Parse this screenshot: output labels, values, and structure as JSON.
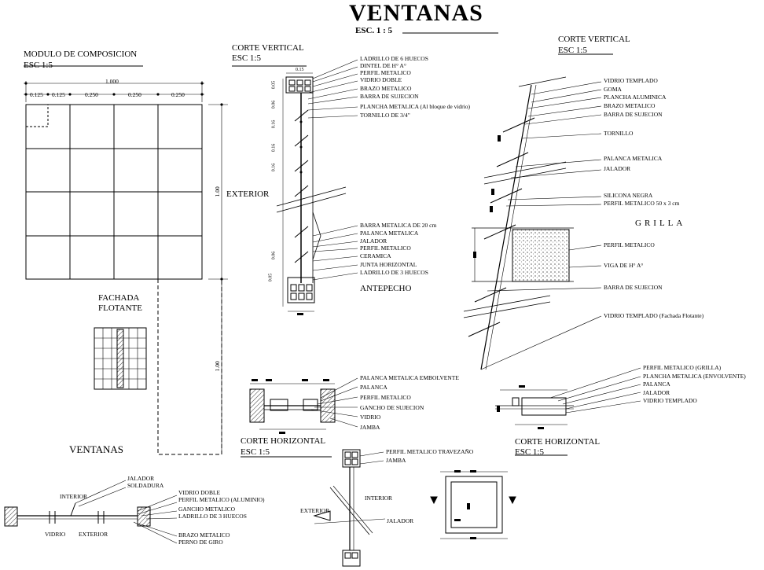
{
  "title": "VENTANAS",
  "scale": "ESC. 1 : 5",
  "modulo": {
    "title": "MODULO DE COMPOSICION",
    "scale": "ESC 1:5",
    "dim_total": "1.000",
    "dims": [
      "0.125",
      "0.125",
      "0.250",
      "0.250",
      "0.250"
    ],
    "height_a": "1.00",
    "height_b": "1.00",
    "exterior": "EXTERIOR",
    "fachada": [
      "FACHADA",
      "FLOTANTE"
    ],
    "ventanas": "VENTANAS"
  },
  "corte_v1": {
    "title": "CORTE VERTICAL",
    "scale": "ESC 1:5",
    "dim_top": "0.15",
    "dims_side": [
      "0.05",
      "0.06",
      "0.16",
      "0.16",
      "0.16",
      "0.06",
      "0.05"
    ],
    "labels_top": [
      "LADRILLO DE 6 HUECOS",
      "DINTEL DE H° A°",
      "PERFIL METALICO",
      "VIDRIO DOBLE",
      "BRAZO METALICO",
      "BARRA DE SUJECION",
      "PLANCHA METALICA (Al bloque de vidrio)",
      "TORNILLO DE 3/4\""
    ],
    "labels_bottom": [
      "BARRA METALICA DE 20 cm",
      "PALANCA METALICA",
      "JALADOR",
      "PERFIL METALICO",
      "CERAMICA",
      "JUNTA HORIZONTAL",
      "LADRILLO DE 3 HUECOS"
    ],
    "antepecho": "ANTEPECHO"
  },
  "corte_v2": {
    "title": "CORTE VERTICAL",
    "scale": "ESC 1:5",
    "labels": [
      "VIDRIO TEMPLADO",
      "GOMA",
      "PLANCHA ALUMINICA",
      "BRAZO METALICO",
      "BARRA DE SUJECION",
      "TORNILLO",
      "PALANCA METALICA",
      "JALADOR",
      "SILICONA NEGRA",
      "PERFIL METALICO 50 x 3 cm",
      "PERFIL METALICO",
      "VIGA DE H° A°",
      "BARRA DE SUJECION",
      "VIDRIO TEMPLADO (Fachada Flotante)"
    ],
    "grilla": "GRILLA"
  },
  "corte_h1": {
    "title": "CORTE HORIZONTAL",
    "scale": "ESC 1:5",
    "labels": [
      "PALANCA METALICA EMBOLVENTE",
      "PALANCA",
      "PERFIL METALICO",
      "GANCHO DE SUJECION",
      "VIDRIO",
      "JAMBA"
    ]
  },
  "corte_h2": {
    "title": "CORTE HORIZONTAL",
    "scale": "ESC 1:5",
    "labels": [
      "PERFIL METALICO (GRILLA)",
      "PLANCHA METALICA (ENVOLVENTE)",
      "PALANCA",
      "JALADOR",
      "VIDRIO TEMPLADO"
    ]
  },
  "detalle_pivot": {
    "labels": [
      "JALADOR",
      "SOLDADURA",
      "VIDRIO DOBLE",
      "PERFIL METALICO (ALUMINIO)",
      "GANCHO METALICO",
      "LADRILLO DE 3 HUECOS",
      "BRAZO METALICO",
      "PERNO DE GIRO"
    ],
    "interior": "INTERIOR",
    "vidrio": "VIDRIO",
    "exterior": "EXTERIOR"
  },
  "detalle_travesano": {
    "labels": [
      "PERFIL METALICO TRAVEZAÑO",
      "JAMBA"
    ],
    "interior": "INTERIOR",
    "exterior": "EXTERIOR",
    "jalador": "JALADOR"
  }
}
